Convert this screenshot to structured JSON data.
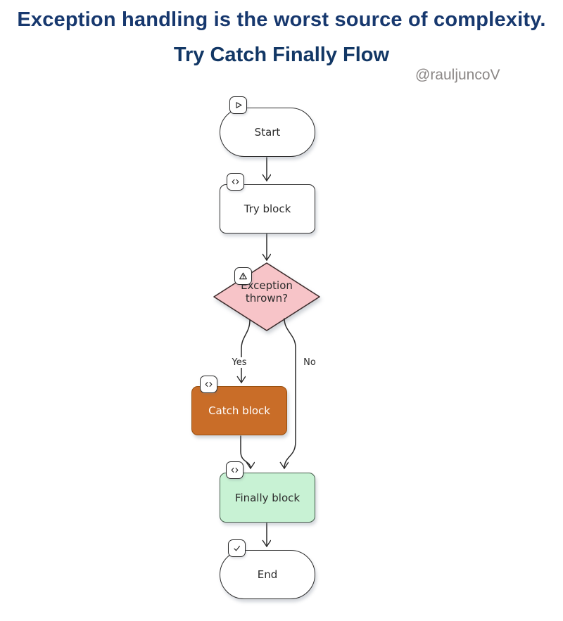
{
  "header": {
    "title": "Exception handling is the worst source of complexity.",
    "subtitle": "Try Catch Finally Flow",
    "handle": "@rauljuncoV"
  },
  "colors": {
    "title-navy": "#17386e",
    "subtitle-navy": "#123765",
    "handle-gray": "#8b8786",
    "line": "#2b2b2b",
    "node-white": "#ffffff",
    "decision-pink": "#f7c4c8",
    "diamond-border": "#3d2c2c",
    "catch-orange": "#c96d28",
    "catch-border": "#98500f",
    "finally-green": "#c8f2d4",
    "finally-border": "#435c49",
    "text-dark": "#2b2b2b",
    "text-light": "#ffffff"
  },
  "flowchart": {
    "nodes": [
      {
        "id": "start",
        "label": "Start",
        "shape": "stadium",
        "icon": "play-icon",
        "color_key": "node-white"
      },
      {
        "id": "try",
        "label": "Try block",
        "shape": "rect",
        "icon": "code-icon",
        "color_key": "node-white"
      },
      {
        "id": "decision",
        "label": "Exception thrown?",
        "shape": "diamond",
        "icon": "warning-icon",
        "color_key": "decision-pink"
      },
      {
        "id": "catch",
        "label": "Catch block",
        "shape": "rect",
        "icon": "code-icon",
        "color_key": "catch-orange"
      },
      {
        "id": "finally",
        "label": "Finally block",
        "shape": "rect",
        "icon": "code-icon",
        "color_key": "finally-green"
      },
      {
        "id": "end",
        "label": "End",
        "shape": "stadium",
        "icon": "check-icon",
        "color_key": "node-white"
      }
    ],
    "edges": [
      {
        "from": "start",
        "to": "try",
        "label": ""
      },
      {
        "from": "try",
        "to": "decision",
        "label": ""
      },
      {
        "from": "decision",
        "to": "catch",
        "label": "Yes"
      },
      {
        "from": "decision",
        "to": "finally",
        "label": "No"
      },
      {
        "from": "catch",
        "to": "finally",
        "label": ""
      },
      {
        "from": "finally",
        "to": "end",
        "label": ""
      }
    ]
  }
}
